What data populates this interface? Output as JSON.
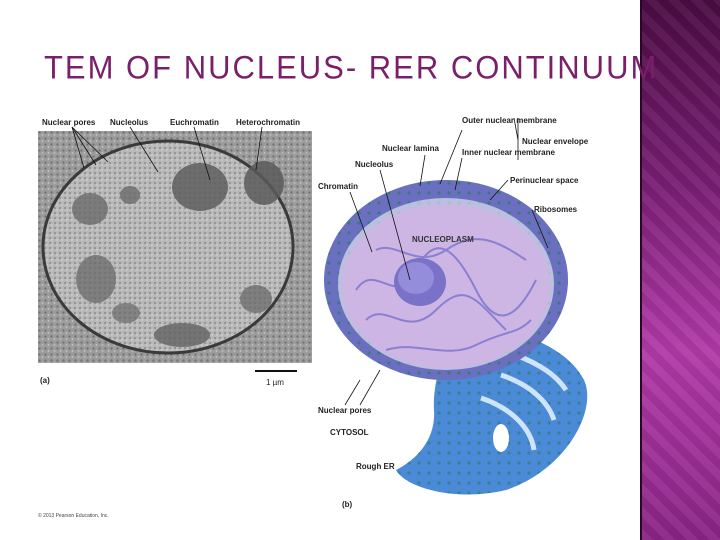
{
  "title": "TEM OF NUCLEUS- RER CONTINUUM",
  "left_panel": {
    "labels": [
      "Nuclear pores",
      "Nucleolus",
      "Euchromatin",
      "Heterochromatin"
    ],
    "panel_letter": "(a)",
    "scale_bar": "1 µm",
    "copyright": "© 2013 Pearson Education, Inc."
  },
  "right_panel": {
    "labels": {
      "outer_membrane": "Outer nuclear membrane",
      "nuclear_envelope": "Nuclear envelope",
      "nuclear_lamina": "Nuclear lamina",
      "inner_membrane": "Inner nuclear membrane",
      "nucleolus": "Nucleolus",
      "perinuclear": "Perinuclear space",
      "chromatin": "Chromatin",
      "ribosomes": "Ribosomes",
      "nucleoplasm": "NUCLEOPLASM",
      "nuclear_pores": "Nuclear pores",
      "cytosol": "CYTOSOL",
      "rough_er": "Rough ER"
    },
    "panel_letter": "(b)"
  },
  "colors": {
    "title": "#7a1f6a",
    "envelope": "#6b6fbf",
    "nucleoplasm": "#cdb6e3",
    "chromatin": "#8a7fd1",
    "rer": "#4a8ad6"
  }
}
